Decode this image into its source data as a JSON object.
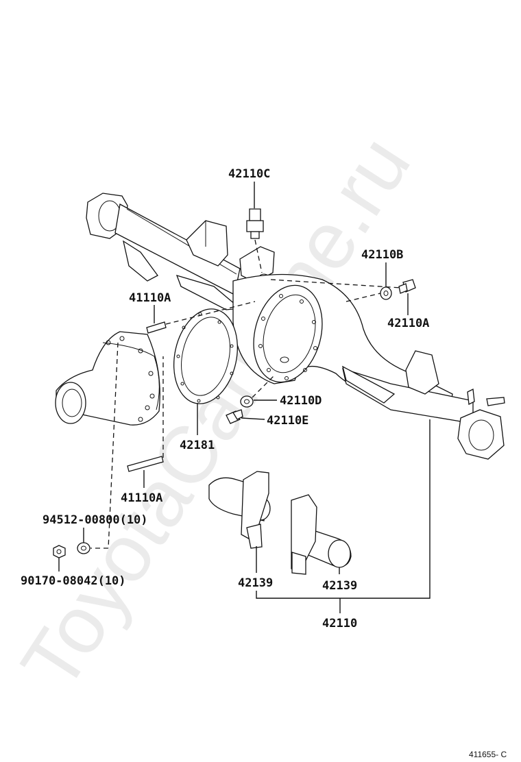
{
  "watermark": "ToyotaCarMine.ru",
  "figure_code": "411655- C",
  "callouts": {
    "p42110C": "42110C",
    "p42110B": "42110B",
    "p42110A": "42110A",
    "p41110A_upper": "41110A",
    "p42110D": "42110D",
    "p42110E": "42110E",
    "p42181": "42181",
    "p41110A_lower": "41110A",
    "p94512": "94512-00800(10)",
    "p90170": "90170-08042(10)",
    "p42139_left": "42139",
    "p42139_right": "42139",
    "p42110": "42110"
  }
}
